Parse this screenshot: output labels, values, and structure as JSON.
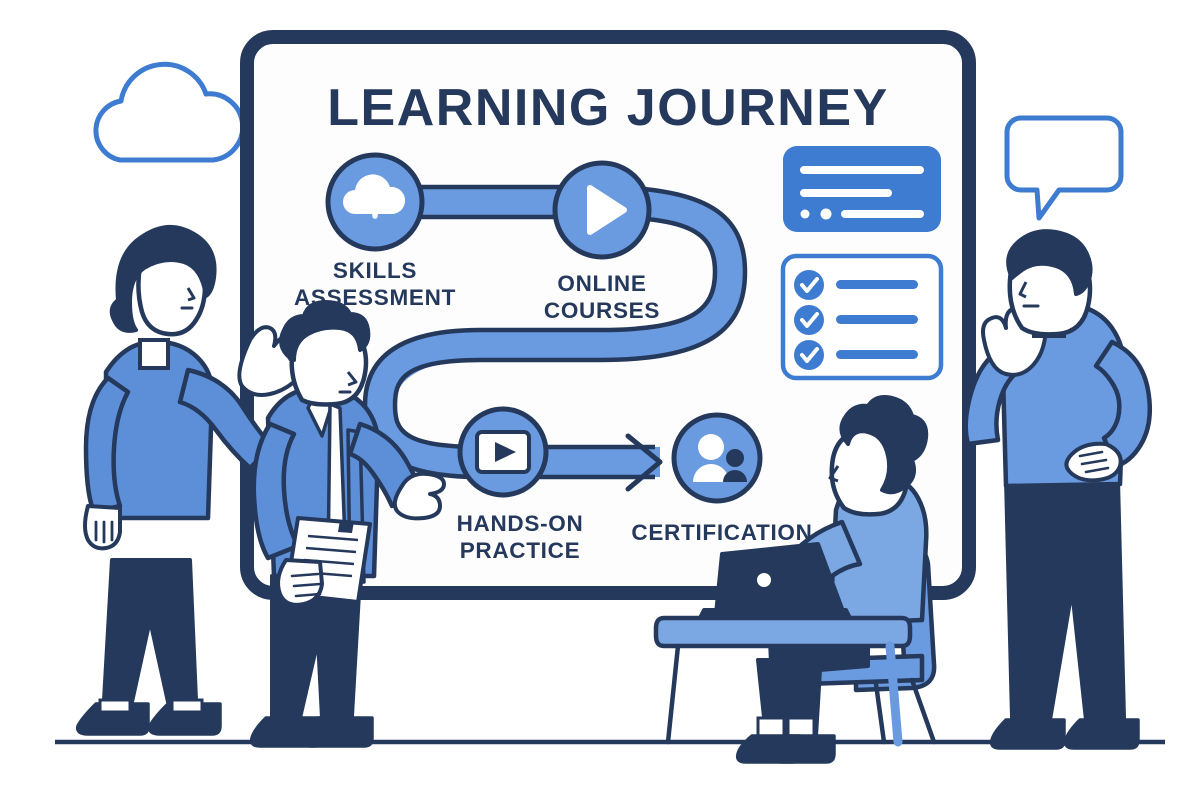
{
  "illustration": {
    "title": "Learning Journey infographic with four people around a whiteboard",
    "board_title": "LEARNING JOURNEY"
  },
  "palette": {
    "navy": "#25395c",
    "dark_navy": "#223css",
    "outline": "#25395c",
    "accent_blue": "#5d8fd8",
    "light_blue": "#7ba7e3",
    "mid_blue": "#3d7cd1",
    "skin": "#ffffff",
    "white": "#ffffff",
    "board_fill": "#fdfdfd",
    "floor_line": "#25395c"
  },
  "board": {
    "title": "LEARNING JOURNEY",
    "steps": [
      {
        "id": "skills-assessment",
        "label_line1": "SKILLS",
        "label_line2": "ASSESSMENT",
        "icon": "cloud-upload-icon",
        "order": 1
      },
      {
        "id": "online-courses",
        "label_line1": "ONLINE",
        "label_line2": "COURSES",
        "icon": "play-circle-icon",
        "order": 2
      },
      {
        "id": "hands-on-practice",
        "label_line1": "HANDS-ON",
        "label_line2": "PRACTICE",
        "icon": "video-play-icon",
        "order": 3
      },
      {
        "id": "certification",
        "label_line1": "CERTIFICATION",
        "label_line2": "",
        "icon": "people-badge-icon",
        "order": 4
      }
    ],
    "info_card": {
      "name": "info-card",
      "lines": 3,
      "dots": 2
    },
    "checklist_card": {
      "name": "checklist-card",
      "items": [
        {
          "checked": true
        },
        {
          "checked": true
        },
        {
          "checked": true
        }
      ]
    }
  },
  "decorations": {
    "cloud": {
      "name": "cloud-shape",
      "position": "top-left"
    },
    "speech_bubble": {
      "name": "speech-bubble-shape",
      "position": "top-right"
    }
  },
  "people": [
    {
      "id": "woman-standing-left",
      "description": "Woman with bob haircut, blue sweater, navy trousers, hand raised toward board"
    },
    {
      "id": "man-presenter",
      "description": "Man with tie holding clipboard, pointing at the board"
    },
    {
      "id": "woman-seated-laptop",
      "description": "Woman with curly hair seated at desk typing on laptop"
    },
    {
      "id": "man-standing-right",
      "description": "Man in blue sweater, hand on hip, other hand raised"
    }
  ],
  "furniture": {
    "desk": {
      "name": "desk"
    },
    "chair": {
      "name": "chair"
    },
    "laptop": {
      "name": "laptop"
    }
  }
}
